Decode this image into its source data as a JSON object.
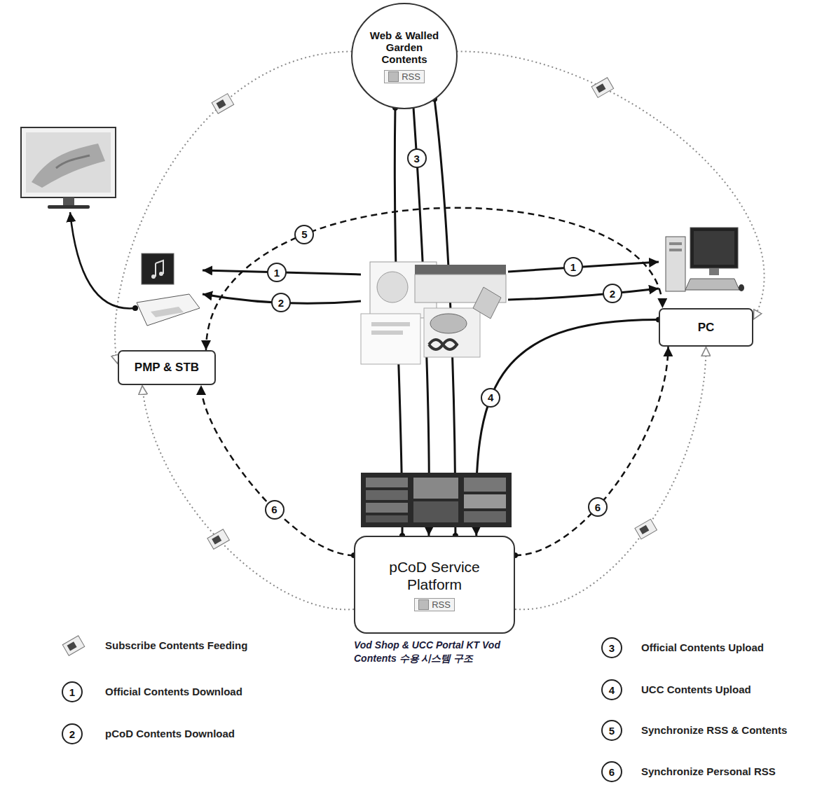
{
  "diagram": {
    "nodes": [
      {
        "text": [
          "Web & Walled Garden Contents",
          "RSS"
        ]
      },
      {
        "text": [
          "PMP & STB"
        ]
      },
      {
        "text": [
          "PC"
        ]
      },
      {
        "text": [
          "pCoD Service Platform",
          "RSS"
        ]
      }
    ],
    "edges": [
      {
        "from": 0,
        "to": 3,
        "label": "3",
        "arrow": "to"
      },
      {
        "from": 2,
        "to": 3,
        "label": "4",
        "arrow": "to"
      },
      {
        "from": 1,
        "to": 2,
        "label": "5",
        "arrow": "both"
      },
      {
        "from": 3,
        "to": 1,
        "label": "6",
        "arrow": "to"
      },
      {
        "from": 3,
        "to": 2,
        "label": "6",
        "arrow": "to"
      },
      {
        "from": 0,
        "to": 1,
        "arrow": "to"
      },
      {
        "from": 0,
        "to": 2,
        "arrow": "to"
      },
      {
        "from": 3,
        "to": 1,
        "arrow": "to"
      },
      {
        "from": 3,
        "to": 2,
        "arrow": "to"
      },
      {
        "from": 0,
        "to": 3,
        "arrow": "none"
      },
      {
        "from": 0,
        "to": 3,
        "arrow": "none"
      }
    ],
    "labels": [
      "1",
      "2",
      "1",
      "2",
      "Vod Shop & UCC Portal KT Vod Contents 수용 시스템 구조",
      "1",
      "2",
      "3",
      "4",
      "5",
      "6"
    ],
    "legend": [
      {
        "text": "Subscribe Contents Feeding"
      },
      {
        "text": "Official Contents Download"
      },
      {
        "text": "pCoD Contents Download"
      },
      {
        "text": "Official Contents Upload"
      },
      {
        "text": "UCC Contents Upload"
      },
      {
        "text": "Synchronize RSS & Contents"
      },
      {
        "text": "Synchronize Personal RSS"
      }
    ]
  }
}
